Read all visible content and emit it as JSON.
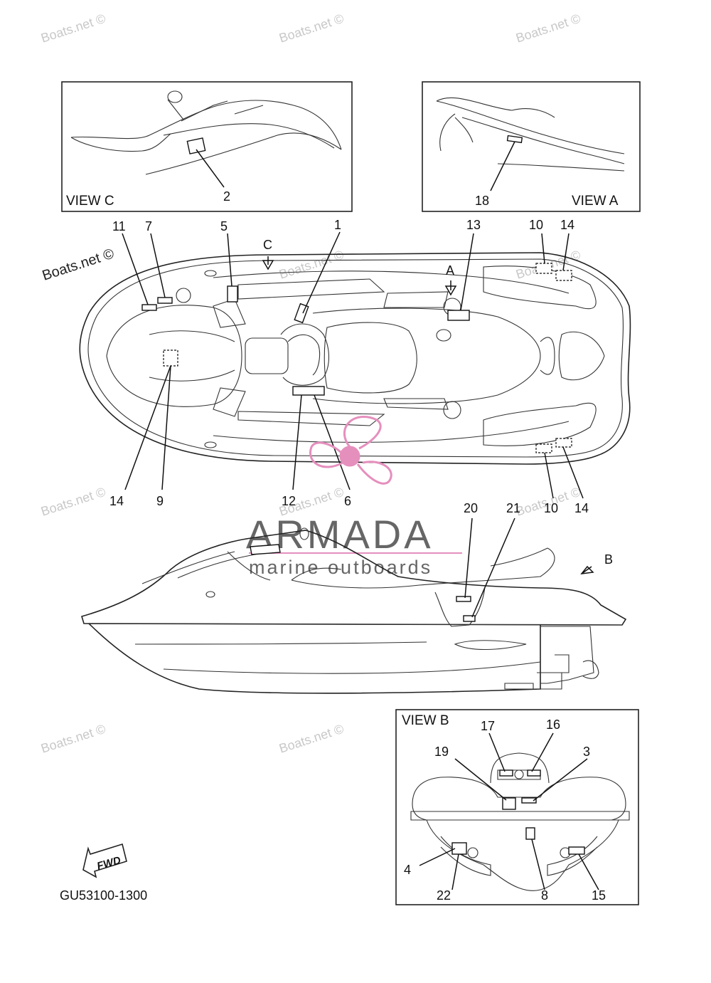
{
  "watermark": "Boats.net ©",
  "brand": {
    "name": "ARMADA",
    "tagline": "marine outboards",
    "accent": "#e58fbd"
  },
  "views": {
    "view_c": "VIEW C",
    "view_a": "VIEW A",
    "view_b": "VIEW B"
  },
  "markers": {
    "c": "C",
    "a": "A",
    "b": "B"
  },
  "callouts": {
    "c2": "2",
    "c18": "18",
    "c11": "11",
    "c7": "7",
    "c5": "5",
    "c1": "1",
    "c13": "13",
    "c10a": "10",
    "c14a": "14",
    "c14b": "14",
    "c9": "9",
    "c12": "12",
    "c6": "6",
    "c10b": "10",
    "c14c": "14",
    "c20": "20",
    "c21": "21",
    "c17": "17",
    "c16": "16",
    "c19": "19",
    "c3": "3",
    "c4": "4",
    "c22": "22",
    "c8": "8",
    "c15": "15"
  },
  "fwd_label": "FWD",
  "part_code": "GU53100-1300"
}
